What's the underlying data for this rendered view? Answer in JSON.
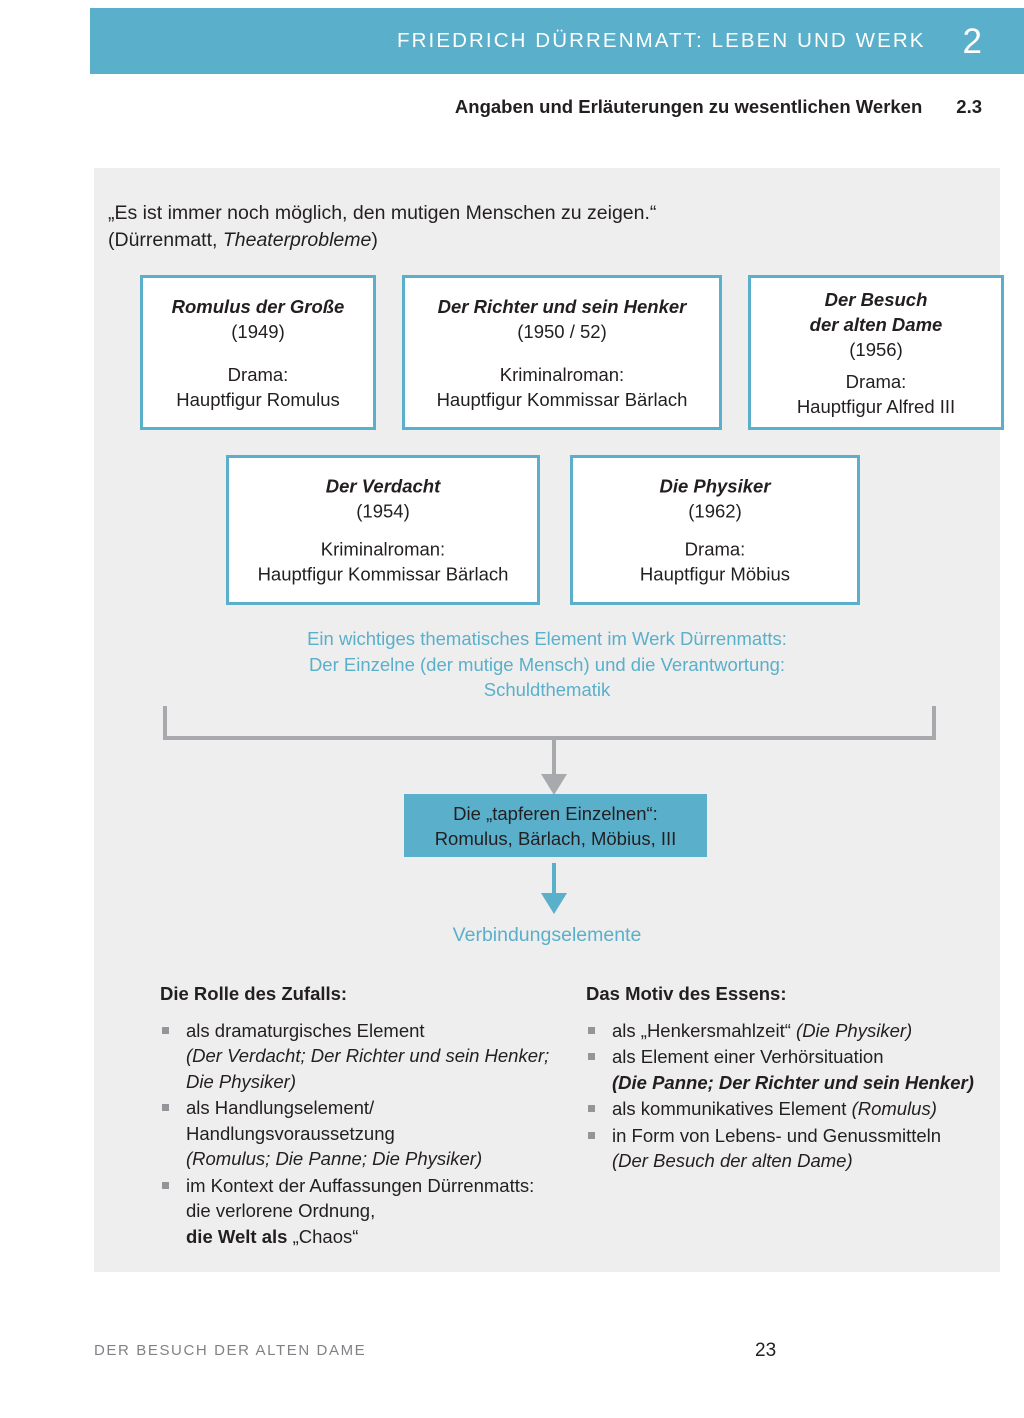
{
  "header": {
    "title": "FRIEDRICH DÜRRENMATT: LEBEN UND WERK",
    "chapter": "2",
    "subtitle": "Angaben und Erläuterungen zu wesentlichen Werken",
    "section_number": "2.3",
    "band_color": "#5aafca"
  },
  "quote": {
    "line1": "„Es ist immer noch möglich, den mutigen Menschen zu zeigen.“",
    "source_prefix": "(Dürrenmatt, ",
    "source_italic": "Theaterprobleme",
    "source_suffix": ")"
  },
  "works_row1": [
    {
      "title": "Romulus der Große",
      "year": "(1949)",
      "genre": "Drama:",
      "character": "Hauptfigur Romulus"
    },
    {
      "title": "Der Richter und sein Henker",
      "year": "(1950 / 52)",
      "genre": "Kriminalroman:",
      "character": "Hauptfigur Kommissar Bärlach"
    },
    {
      "title_line1": "Der Besuch",
      "title_line2": "der alten Dame",
      "year": "(1956)",
      "genre": "Drama:",
      "character": "Hauptfigur Alfred III"
    }
  ],
  "works_row2": [
    {
      "title": "Der Verdacht",
      "year": "(1954)",
      "genre": "Kriminalroman:",
      "character": "Hauptfigur Kommissar Bärlach"
    },
    {
      "title": "Die Physiker",
      "year": "(1962)",
      "genre": "Drama:",
      "character": "Hauptfigur Möbius"
    }
  ],
  "theme": {
    "line1": "Ein wichtiges thematisches Element im Werk Dürrenmatts:",
    "line2": "Der Einzelne (der mutige Mensch) und die Verantwortung:",
    "line3": "Schuldthematik",
    "color": "#5aafca"
  },
  "brave_box": {
    "line1": "Die „tapferen Einzelnen“:",
    "line2": "Romulus, Bärlach, Möbius, III",
    "fill_color": "#5aafca"
  },
  "connector_label": "Verbindungselemente",
  "columns": {
    "left": {
      "heading": "Die Rolle des Zufalls:",
      "items": [
        {
          "text": "als dramaturgisches Element",
          "note": "(Der Verdacht; Der Richter und sein Henker; Die Physiker)"
        },
        {
          "text": "als Handlungselement/ Handlungsvoraussetzung",
          "note": "(Romulus; Die Panne; Die Physiker)"
        },
        {
          "text": "im Kontext der Auffassungen Dürrenmatts: die verlorene Ordnung,",
          "bold_tail": "die Welt als ",
          "plain_tail": "„Chaos“"
        }
      ]
    },
    "right": {
      "heading": "Das Motiv des Essens:",
      "items": [
        {
          "text": "als „Henkersmahlzeit“ ",
          "note": "(Die Physiker)"
        },
        {
          "text": "als Element einer Verhörsituation",
          "note_bold": "(Die Panne; Der Richter und sein Henker)"
        },
        {
          "text": "als kommunikatives Element ",
          "note": "(Romulus)"
        },
        {
          "text": "in Form von Lebens- und Genussmitteln",
          "note": "(Der Besuch der alten Dame)"
        }
      ]
    }
  },
  "footer": {
    "running_title": "DER BESUCH DER ALTEN DAME",
    "page_number": "23"
  }
}
